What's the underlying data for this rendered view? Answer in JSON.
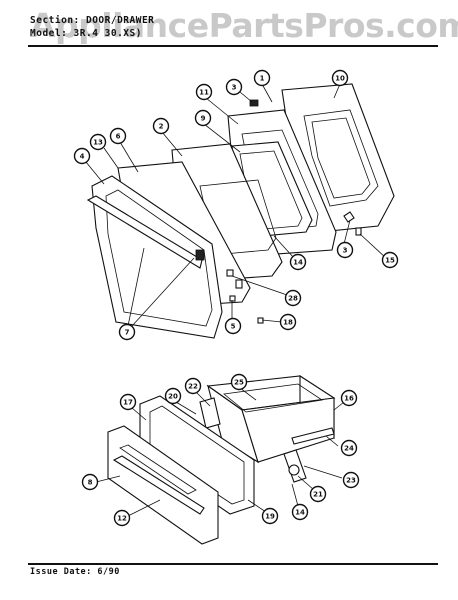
{
  "header": {
    "section_line": "Section: DOOR/DRAWER",
    "model_line": "Model: 3R.4 30.XS)"
  },
  "watermark": "AppliancePartsPros.com",
  "footer": {
    "issue_date": "Issue Date: 6/90"
  },
  "callouts": [
    {
      "label": "1"
    },
    {
      "label": "10"
    },
    {
      "label": "3"
    },
    {
      "label": "11"
    },
    {
      "label": "9"
    },
    {
      "label": "2"
    },
    {
      "label": "6"
    },
    {
      "label": "13"
    },
    {
      "label": "4"
    },
    {
      "label": "14"
    },
    {
      "label": "3"
    },
    {
      "label": "15"
    },
    {
      "label": "28"
    },
    {
      "label": "5"
    },
    {
      "label": "18"
    },
    {
      "label": "7"
    },
    {
      "label": "22"
    },
    {
      "label": "25"
    },
    {
      "label": "16"
    },
    {
      "label": "20"
    },
    {
      "label": "17"
    },
    {
      "label": "24"
    },
    {
      "label": "23"
    },
    {
      "label": "8"
    },
    {
      "label": "21"
    },
    {
      "label": "14"
    },
    {
      "label": "19"
    },
    {
      "label": "12"
    }
  ]
}
